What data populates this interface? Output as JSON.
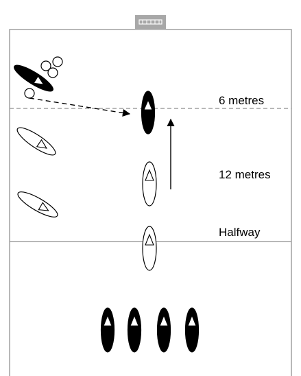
{
  "lines": {
    "six_metres": "6 metres",
    "twelve_metres": "12 metres",
    "halfway": "Halfway"
  },
  "colors": {
    "pitch_line": "#a0a0a0",
    "goal": "#a8a8a8",
    "boat_dark": "#000000",
    "boat_light": "#ffffff",
    "triangle": "#ffffff",
    "stroke": "#000000"
  },
  "icons": {
    "goal": "goal-net-icon",
    "ball": "ball-icon",
    "player": "canoe-player-icon"
  }
}
